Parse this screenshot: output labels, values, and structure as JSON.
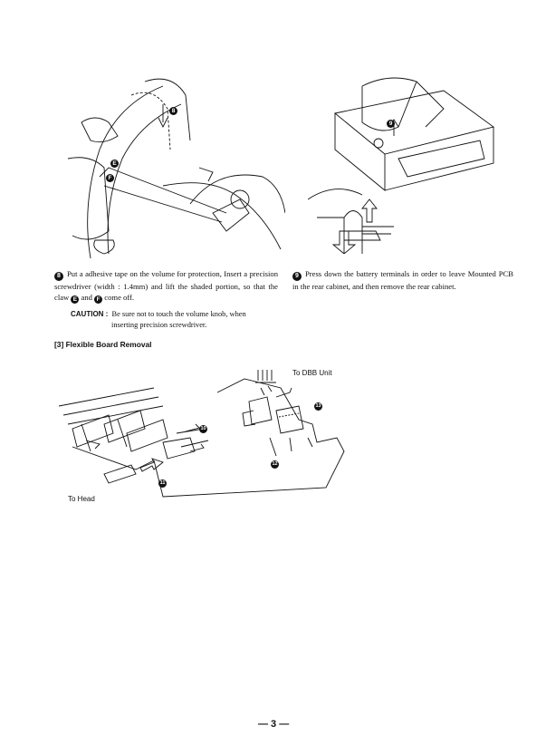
{
  "steps": [
    {
      "num": "8",
      "text_a": "Put a adhesive tape on the volume for protection, Insert a precision screwdriver (width : 1.4mm) and lift the shaded portion, so that the claw",
      "claw_e": "E",
      "and": "and",
      "claw_f": "F",
      "text_b": "come off."
    },
    {
      "num": "9",
      "text": "Press down the battery terminals in order to leave Mounted PCB in the rear cabinet, and then remove the rear cabinet."
    }
  ],
  "caution": {
    "label": "CAUTION :",
    "line1": "Be sure not to touch the volume knob, when",
    "line2": "inserting precision screwdriver."
  },
  "section_heading": "[3] Flexible Board Removal",
  "figure_labels": {
    "to_dbb": "To DBB Unit",
    "to_head": "To Head"
  },
  "callouts": {
    "fig1_8": "8",
    "fig1_e": "E",
    "fig1_f": "F",
    "fig2_9": "9",
    "fig3_10": "10",
    "fig3_11": "11",
    "fig3_12": "12",
    "fig3_13": "13"
  },
  "page_number": "— 3 —"
}
